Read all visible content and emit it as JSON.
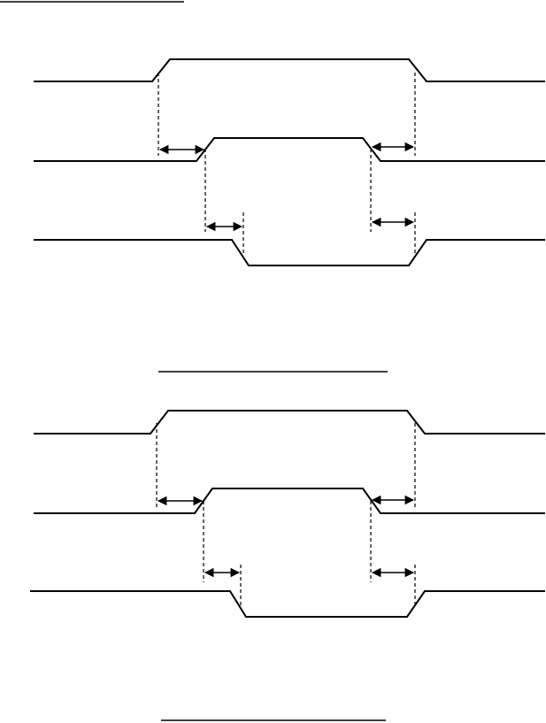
{
  "diagram": {
    "kind": "timing-diagram",
    "colors": {
      "line": "#000000",
      "background": "#ffffff"
    },
    "panels": [
      {
        "signals": [
          "high-pulse",
          "high-pulse",
          "low-pulse"
        ],
        "dimension_arrows": 4,
        "caption_rule": true
      },
      {
        "signals": [
          "high-pulse",
          "high-pulse",
          "low-pulse"
        ],
        "dimension_arrows": 4,
        "caption_rule": true
      }
    ],
    "header_rule": true
  }
}
